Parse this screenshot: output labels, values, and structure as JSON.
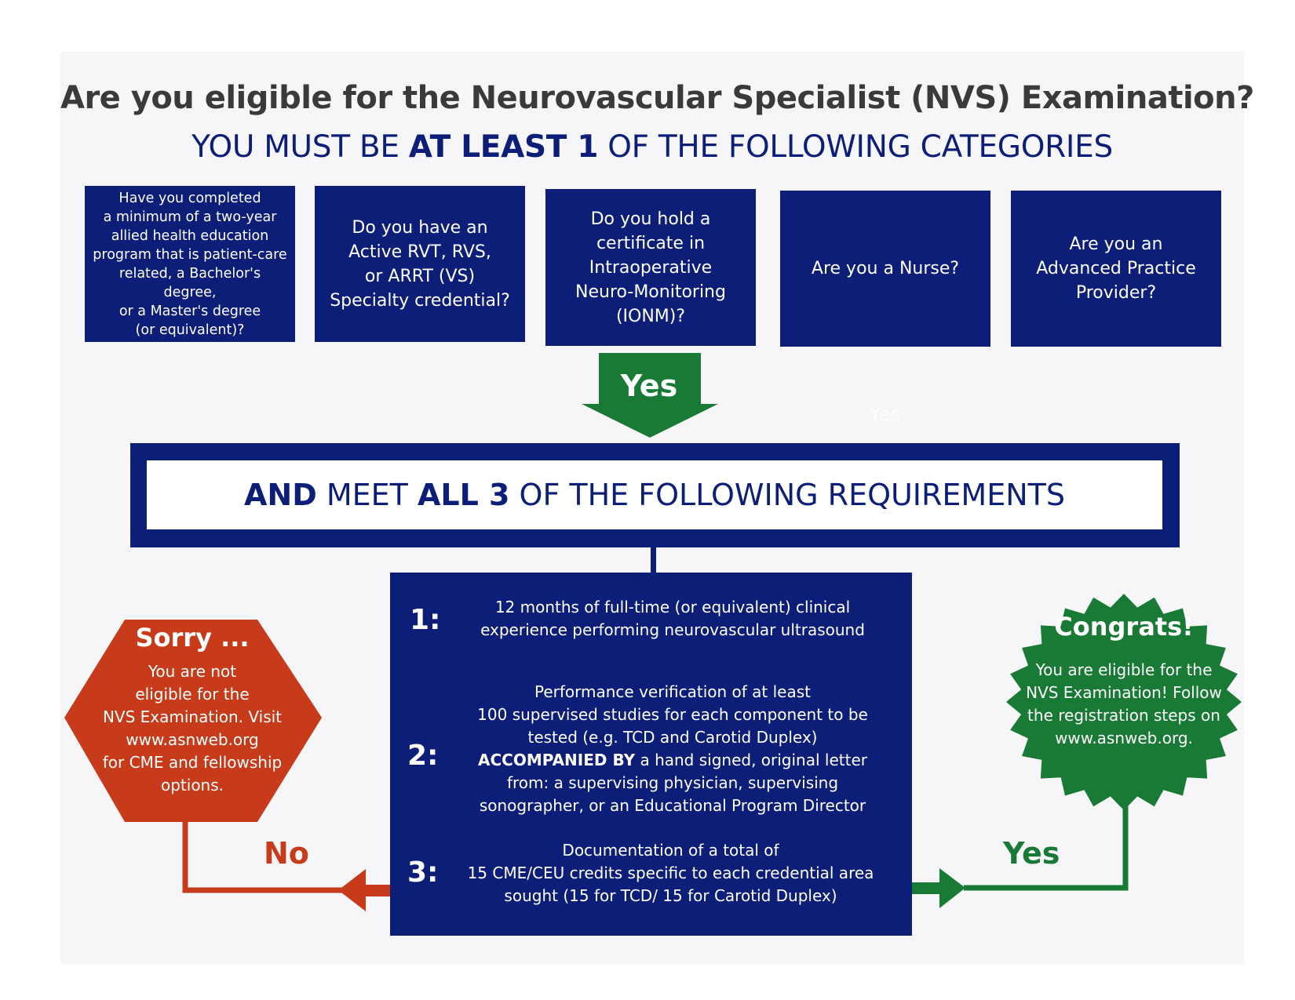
{
  "colors": {
    "navy": "#0d1e78",
    "green": "#187a34",
    "red": "#c73b1b",
    "panel": "#f6f6f8",
    "title": "#3a3a3a"
  },
  "header": {
    "title": "Are you eligible for the Neurovascular Specialist (NVS) Examination?",
    "subtitle_pre": "YOU MUST BE ",
    "subtitle_bold": "AT LEAST 1",
    "subtitle_post": " OF THE FOLLOWING CATEGORIES"
  },
  "categories": [
    {
      "text": "Have you completed\na minimum of a two-year\nallied health education\nprogram that is patient-care\nrelated, a Bachelor's degree,\nor a Master's degree\n(or equivalent)?"
    },
    {
      "text": "Do you have an\nActive RVT, RVS,\nor ARRT (VS)\nSpecialty credential?"
    },
    {
      "text": "Do you hold a\ncertificate in\nIntraoperative\nNeuro-Monitoring\n(IONM)?"
    },
    {
      "text": "Are you a Nurse?"
    },
    {
      "text": "Are you an\nAdvanced Practice\nProvider?"
    }
  ],
  "flow": {
    "yes_down": "Yes",
    "ghost_yes": "Yes",
    "no_label": "No",
    "yes_right": "Yes"
  },
  "requirements_banner": {
    "bold1": "AND",
    "text1": " MEET ",
    "bold2": "ALL 3",
    "text2": " OF THE FOLLOWING REQUIREMENTS"
  },
  "requirements": [
    {
      "num": "1:",
      "text": "12 months of full-time (or equivalent) clinical\nexperience performing neurovascular ultrasound"
    },
    {
      "num": "2:",
      "text_a": "Performance verification of at least\n100 supervised studies for each component to be\ntested (e.g. TCD and Carotid Duplex)",
      "bold": "ACCOMPANIED BY",
      "text_b": " a hand signed, original letter\nfrom: a supervising physician, supervising\nsonographer, or an Educational Program Director"
    },
    {
      "num": "3:",
      "text": "Documentation of a total of\n15 CME/CEU credits specific to each credential area\nsought (15 for TCD/ 15 for Carotid Duplex)"
    }
  ],
  "sorry": {
    "title": "Sorry ...",
    "body": "You are not\neligible for the\nNVS Examination. Visit\nwww.asnweb.org\nfor CME and fellowship\noptions."
  },
  "congrats": {
    "title": "Congrats!",
    "body": "You are eligible for the\nNVS Examination! Follow\nthe registration steps on\nwww.asnweb.org."
  }
}
